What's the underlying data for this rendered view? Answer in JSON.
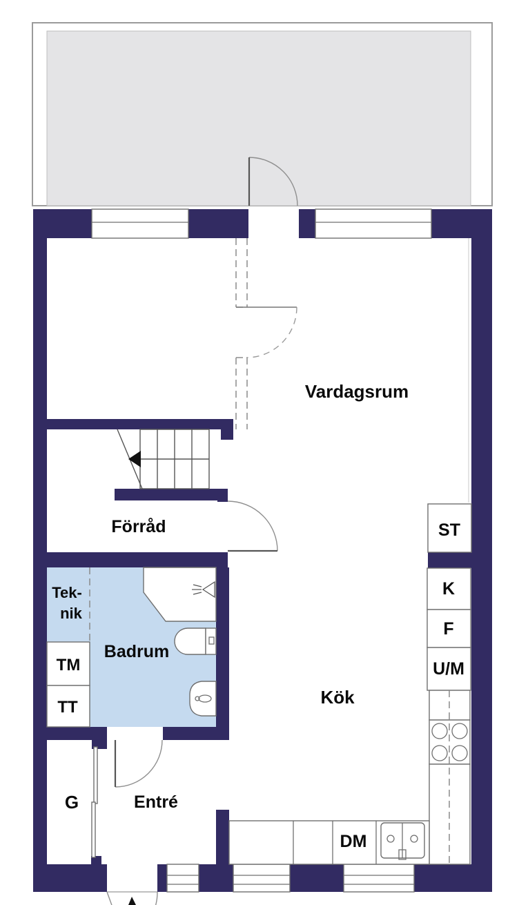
{
  "plan": {
    "kind": "floor-plan",
    "language": "sv",
    "labels": {
      "living_room": "Vardagsrum",
      "storage": "Förråd",
      "tech_line1": "Tek-",
      "tech_line2": "nik",
      "bathroom": "Badrum",
      "kitchen": "Kök",
      "entrance": "Entré",
      "wardrobe": "G",
      "washing_machine": "TM",
      "tumble_dryer": "TT",
      "tall_cabinet": "ST",
      "fridge": "K",
      "freezer": "F",
      "oven_microwave": "U/M",
      "dishwasher": "DM"
    },
    "colors": {
      "wall": "#322b62",
      "bathroom_floor": "#c5daef",
      "balcony_floor": "#e4e4e6",
      "fixture_line": "#6f6f6f",
      "text": "#0a0a0a",
      "background": "#ffffff"
    }
  }
}
